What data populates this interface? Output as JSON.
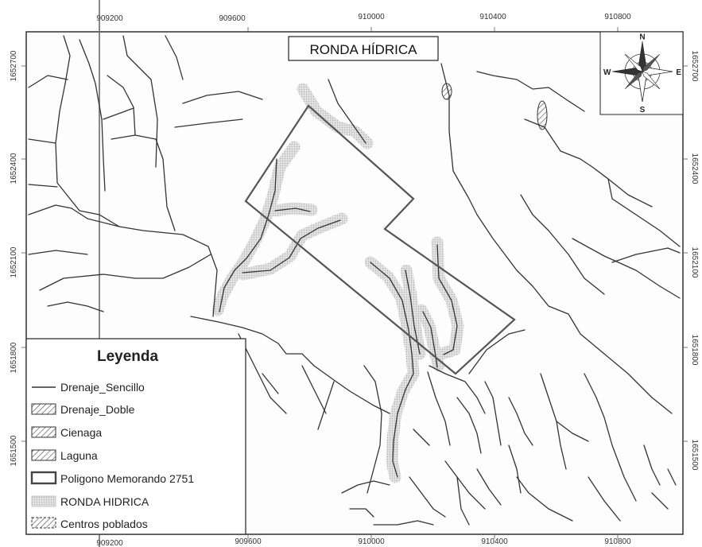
{
  "map": {
    "title": "RONDA HÍDRICA",
    "x_ticks_top": [
      "909200",
      "909600",
      "910000",
      "910400",
      "910800"
    ],
    "x_ticks_bottom": [
      "909200",
      "909600",
      "910000",
      "910400",
      "910800"
    ],
    "y_ticks_left": [
      "1652700",
      "1652400",
      "1652100",
      "1651800",
      "1651500"
    ],
    "y_ticks_right": [
      "1652700",
      "1652400",
      "1652100",
      "1651800",
      "1651500"
    ]
  },
  "compass": {
    "n": "N",
    "s": "S",
    "e": "E",
    "w": "W"
  },
  "legend": {
    "title": "Leyenda",
    "items": [
      {
        "label": "Drenaje_Sencillo",
        "symbol": "line"
      },
      {
        "label": "Drenaje_Doble",
        "symbol": "hatch"
      },
      {
        "label": "Cienaga",
        "symbol": "hatch"
      },
      {
        "label": "Laguna",
        "symbol": "hatch"
      },
      {
        "label": "Poligono Memorando 2751",
        "symbol": "polygon-outline"
      },
      {
        "label": "RONDA HIDRICA",
        "symbol": "stipple"
      },
      {
        "label": "Centros poblados",
        "symbol": "dashed-hatch"
      }
    ]
  },
  "colors": {
    "polygon": "#555555",
    "drainage": "#333333",
    "ronda": "#cfcfcf",
    "frame": "#222222"
  }
}
